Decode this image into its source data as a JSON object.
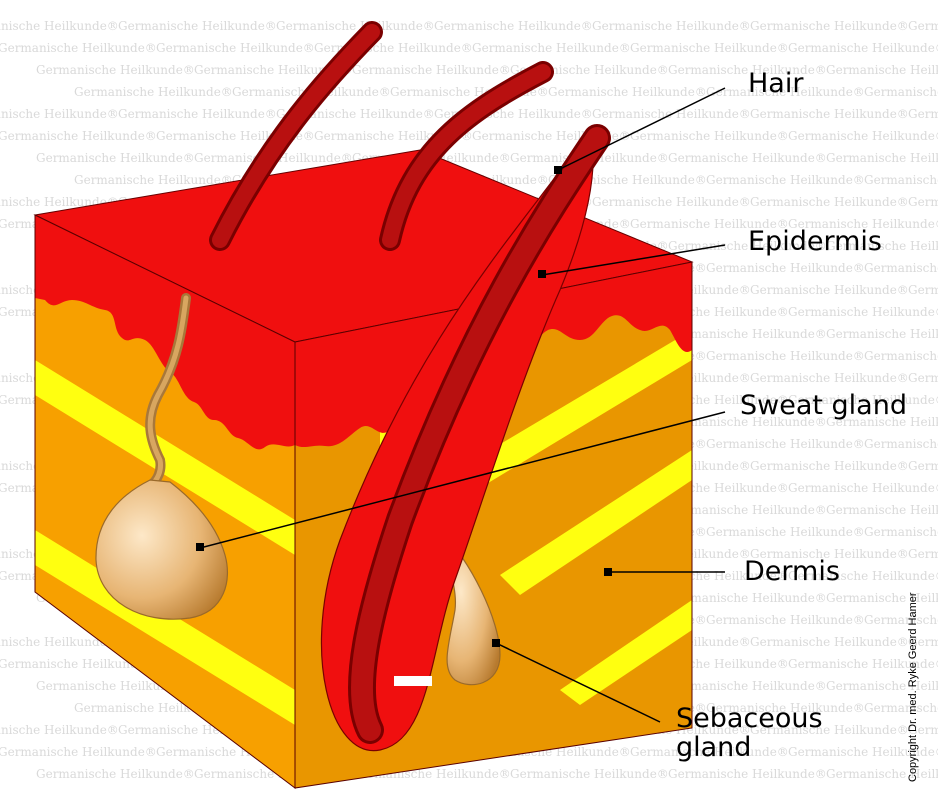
{
  "watermark": {
    "text": "Germanische Heilkunde®"
  },
  "labels": {
    "hair": "Hair",
    "epidermis": "Epidermis",
    "sweat_gland": "Sweat gland",
    "dermis": "Dermis",
    "sebaceous_line1": "Sebaceous",
    "sebaceous_line2": "gland"
  },
  "copyright": "Copyright Dr. med. Ryke Geerd Hamer",
  "colors": {
    "epidermis": "#f00f0f",
    "epidermis_dark": "#d00c0c",
    "dermis": "#f7a000",
    "dermis_dark": "#e08a00",
    "stripe": "#ffff10",
    "hair": "#b81010",
    "hair_outline": "#7a0000",
    "gland": "#d49a4a",
    "gland_light": "#fbe2c0"
  }
}
